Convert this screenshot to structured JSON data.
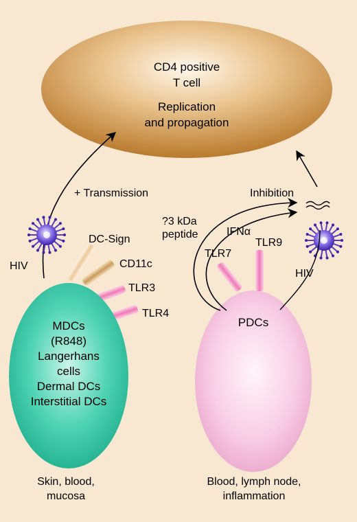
{
  "colors": {
    "background": "#f8e7d1",
    "tcell": "#c98a3a",
    "mdc": "#35c7a5",
    "pdc": "#f4bfdc",
    "virus": "#5a3cc4",
    "receptor_pink": "#f07ab4",
    "receptor_tan": "#d6b07a",
    "receptor_light": "#f2d6b2"
  },
  "tcell": {
    "line1": "CD4 positive",
    "line2": "T cell",
    "line3": "Replication",
    "line4": "and propagation"
  },
  "mdc": {
    "lines": [
      "MDCs",
      "(R848)",
      "Langerhans",
      "cells",
      "Dermal DCs",
      "Interstitial DCs"
    ],
    "location_line1": "Skin, blood,",
    "location_line2": "mucosa"
  },
  "pdc": {
    "label": "PDCs",
    "location_line1": "Blood, lymph node,",
    "location_line2": "inflammation"
  },
  "receptors": {
    "dc_sign": "DC-Sign",
    "cd11c": "CD11c",
    "tlr3": "TLR3",
    "tlr4": "TLR4",
    "tlr7": "TLR7",
    "tlr9": "TLR9"
  },
  "virus_left": "HIV",
  "virus_right": "HIV",
  "arrows": {
    "transmission": "+ Transmission",
    "inhibition": "Inhibition",
    "ifn": "IFNα",
    "peptide_line1": "?3 kDa",
    "peptide_line2": "peptide"
  },
  "icons": [
    "hiv-virus-icon",
    "receptor-icon"
  ]
}
